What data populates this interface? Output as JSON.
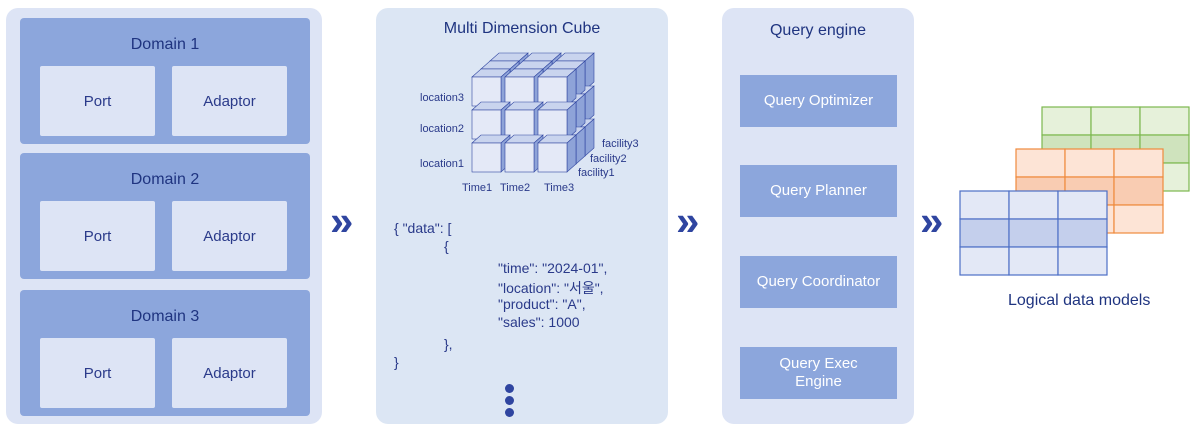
{
  "domains": [
    {
      "title": "Domain 1",
      "port": "Port",
      "adaptor": "Adaptor"
    },
    {
      "title": "Domain 2",
      "port": "Port",
      "adaptor": "Adaptor"
    },
    {
      "title": "Domain 3",
      "port": "Port",
      "adaptor": "Adaptor"
    }
  ],
  "cube": {
    "title": "Multi Dimension Cube",
    "locations": [
      "location3",
      "location2",
      "location1"
    ],
    "facilities": [
      "facility3",
      "facility2",
      "facility1"
    ],
    "times": [
      "Time1",
      "Time2",
      "Time3"
    ]
  },
  "json_sample": {
    "line1": "{ \"data\": [",
    "line2": "{",
    "line3": "\"time\": \"2024-01\",",
    "line4": "\"location\": \"서울\",",
    "line5": "\"product\": \"A\",",
    "line6": "\"sales\": 1000",
    "line7": "},",
    "line8": "}"
  },
  "query_engine": {
    "title": "Query engine",
    "components": [
      "Query Optimizer",
      "Query Planner",
      "Query Coordinator",
      "Query Exec\nEngine"
    ]
  },
  "flow_arrow": "»",
  "models": {
    "label": "Logical data models",
    "colors": {
      "green": "#7cb84e",
      "orange": "#ef8a3c",
      "blue": "#4c6fc6"
    }
  }
}
